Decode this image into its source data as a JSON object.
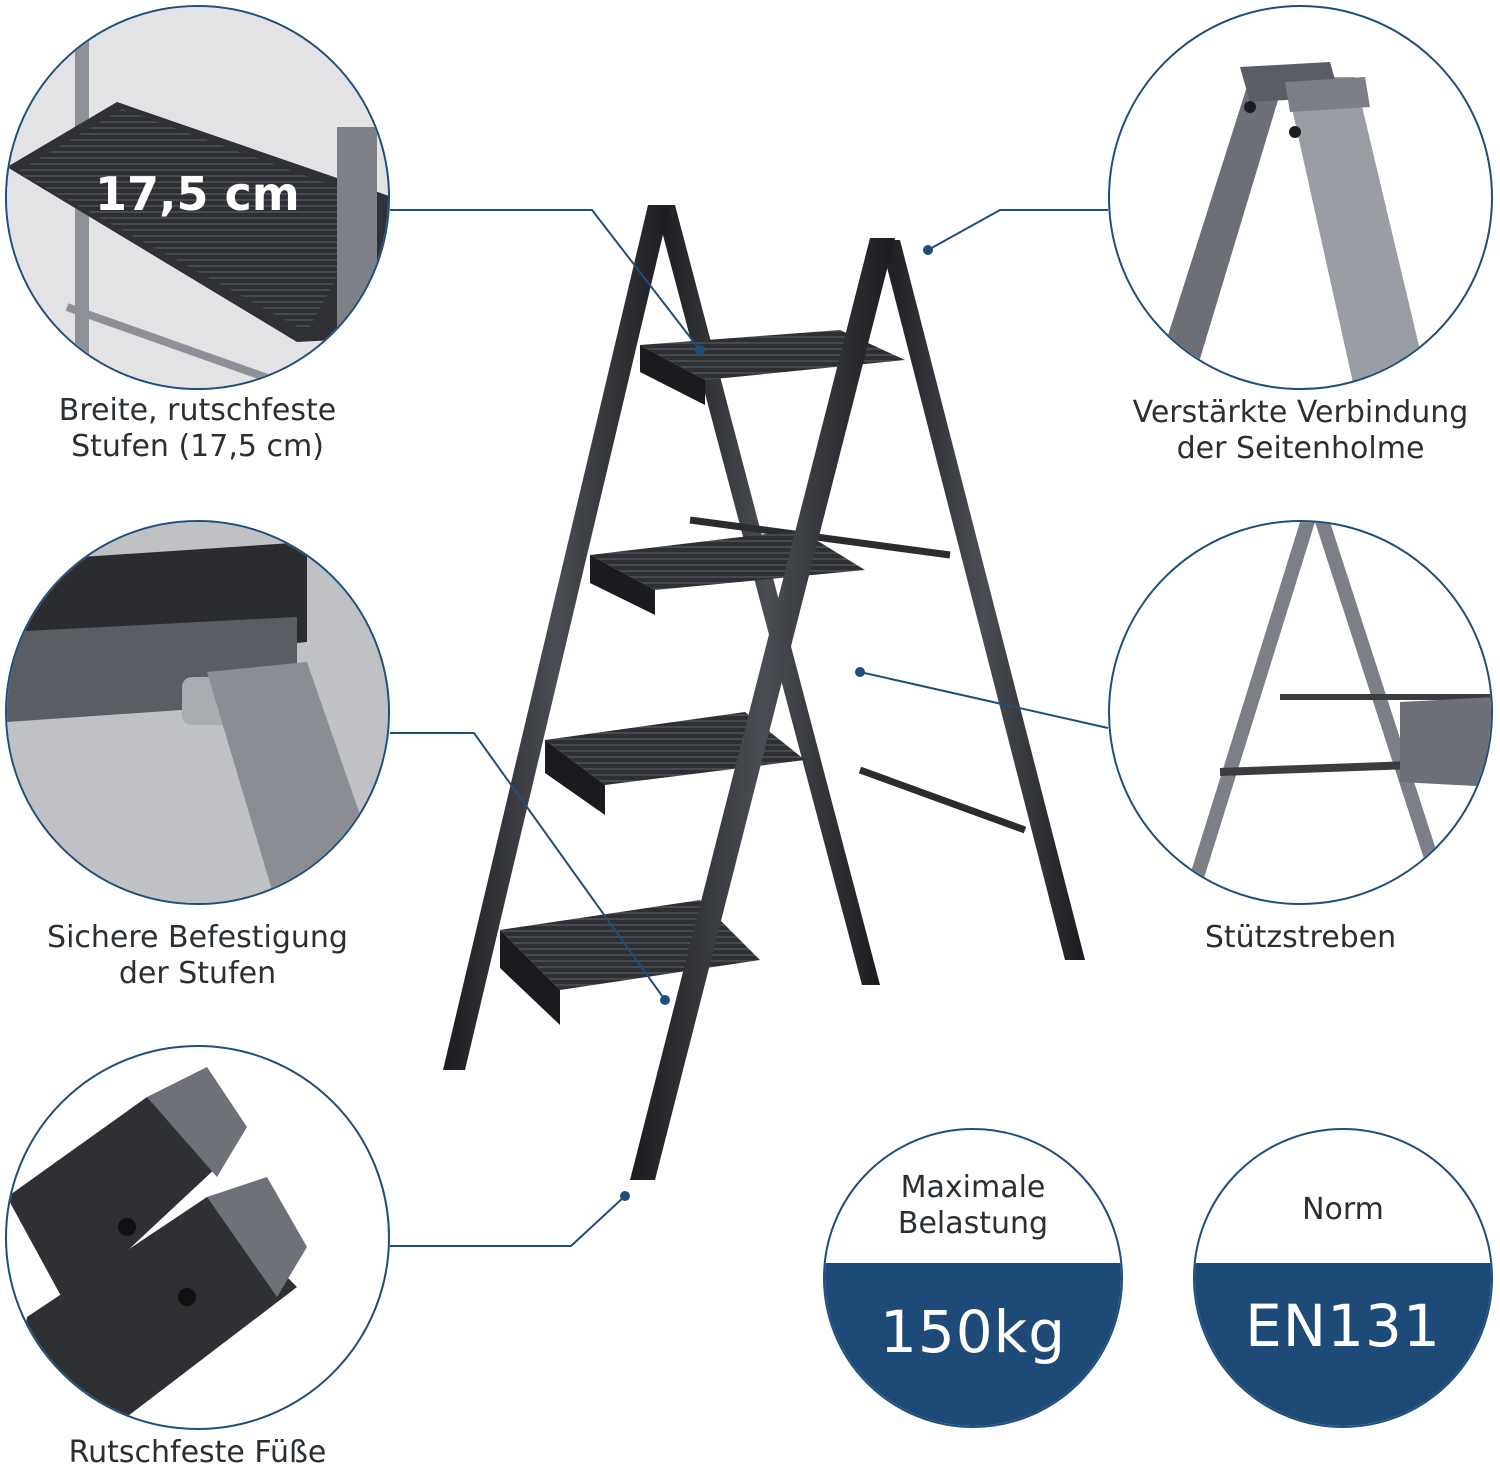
{
  "callouts": {
    "steps": {
      "line1": "Breite, rutschfeste",
      "line2": "Stufen (17,5 cm)",
      "measure": "17,5 cm"
    },
    "joint": {
      "line1": "Verstärkte Verbindung",
      "line2": "der Seitenholme"
    },
    "fixing": {
      "line1": "Sichere Befestigung",
      "line2": "der Stufen"
    },
    "struts": {
      "line1": "Stützstreben"
    },
    "feet": {
      "line1": "Rutschfeste Füße"
    }
  },
  "badges": {
    "load": {
      "line1": "Maximale",
      "line2": "Belastung",
      "value": "150kg"
    },
    "norm": {
      "line1": "Norm",
      "value": "EN131"
    }
  },
  "colors": {
    "accent": "#1e4a78",
    "outline": "#1f4e7a",
    "metal": "#2b2d31"
  }
}
